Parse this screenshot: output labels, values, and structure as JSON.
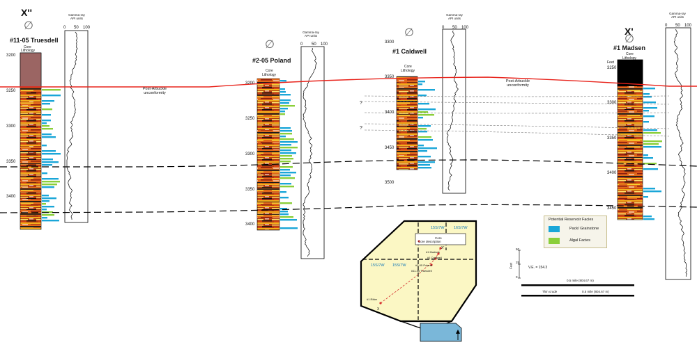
{
  "cross_section": {
    "section_ends": {
      "left": "X''",
      "right": "X'"
    },
    "well_symbol": "∅",
    "gr_header": "Gamma-ray",
    "gr_unit": "API units",
    "gr_ticks": [
      "0",
      "50",
      "100"
    ],
    "core_label": "Core",
    "lithology_label": "Lithology",
    "feet_label": "Feet",
    "unconformity_label": "Post-Arbuckle unconformity",
    "question_mark": "?",
    "wells": [
      {
        "name": "#11-05 Truesdell",
        "depth_ticks": [
          "3200",
          "3250",
          "3300",
          "3350",
          "3400"
        ]
      },
      {
        "name": "#2-05 Poland",
        "depth_ticks": [
          "3200",
          "3250",
          "3300",
          "3350",
          "3400"
        ]
      },
      {
        "name": "#1 Caldwell",
        "depth_ticks": [
          "3300",
          "3350",
          "3400",
          "3450",
          "3500"
        ]
      },
      {
        "name": "#1 Madsen",
        "depth_ticks": [
          "3250",
          "3300",
          "3350",
          "3400",
          "3450"
        ]
      }
    ]
  },
  "legend": {
    "title": "Potential Reservoir Facies",
    "items": [
      {
        "label": "Pack/ Grainstone",
        "color": "#1aa6d8"
      },
      {
        "label": "Algal Facies",
        "color": "#8bcf3a"
      }
    ]
  },
  "scale": {
    "ve_label": "V.E. = 154.3",
    "feet_values": [
      "50",
      "25",
      "0"
    ],
    "feet_unit": "Feet",
    "mile_label": "0.5 mile (804.67 m)",
    "thin_label": "Thin crude",
    "km_label": "0.5 mile (804.67 m)"
  },
  "inset_map": {
    "townships": [
      "15S/7W",
      "16S/7W",
      "15S/7W",
      "15S/7W"
    ],
    "legend_title": "Core description",
    "core_label": "Core",
    "well_labels": [
      "#1 Madsen",
      "#1 Caldwell",
      "#2-05 Poland",
      "#11-05 Truesdell",
      "#1 Ritter"
    ],
    "map_letters": [
      "X'",
      "X"
    ],
    "colors": {
      "inset_fill": "#fbf7c4",
      "kansas_fill": "#7ab7d9",
      "unconformity": "#e8231b",
      "madsen_core": "#000000"
    }
  }
}
